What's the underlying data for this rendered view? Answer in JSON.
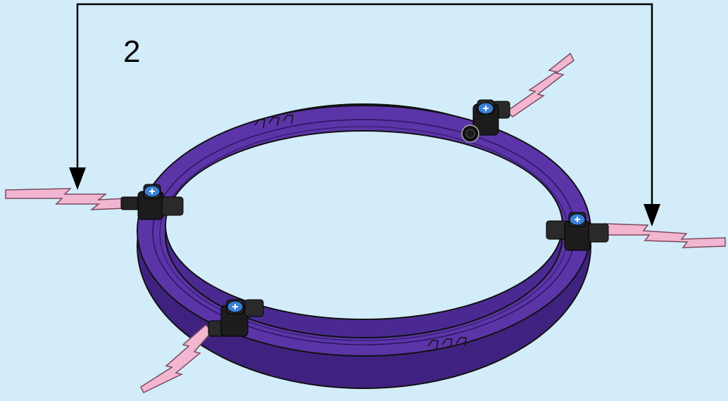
{
  "instruction": {
    "step_number": "2"
  },
  "colors": {
    "background": "#d3ecfa",
    "ring": "#5b35a8",
    "ring_dark": "#3f2280",
    "ring_light": "#7752c4",
    "rod": "#f2b6d0",
    "connector": "#1c1c1c",
    "connector_cap": "#3b7fd6",
    "arrow": "#000000"
  },
  "parts": {
    "ring": "purple-ring",
    "connectors": [
      "left-connector",
      "right-connector",
      "top-connector",
      "bottom-connector"
    ],
    "rods": [
      "left-rod",
      "right-rod",
      "top-rod",
      "bottom-rod"
    ]
  }
}
